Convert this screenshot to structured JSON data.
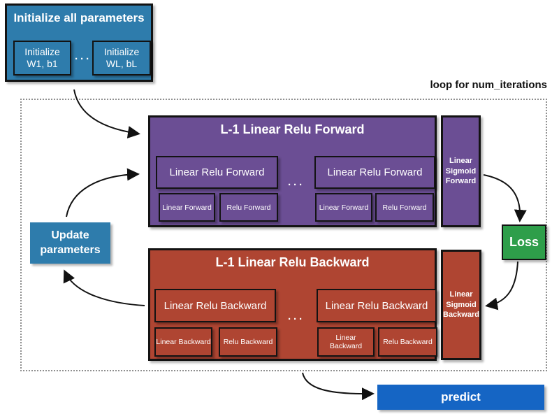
{
  "diagram": {
    "loop_label": "loop for num_iterations",
    "init": {
      "title": "Initialize all parameters",
      "box1": "Initialize\nW1, b1",
      "ellipsis": "···",
      "box2": "Initialize\nWL, bL"
    },
    "forward": {
      "title": "L-1 Linear Relu Forward",
      "group1": {
        "main": "Linear Relu Forward",
        "sub1": "Linear Forward",
        "sub2": "Relu Forward"
      },
      "ellipsis": "···",
      "group2": {
        "main": "Linear Relu Forward",
        "sub1": "Linear Forward",
        "sub2": "Relu Forward"
      },
      "sigmoid": "Linear\nSigmoid\nForward"
    },
    "loss": {
      "label": "Loss"
    },
    "backward": {
      "title": "L-1 Linear Relu Backward",
      "group1": {
        "main": "Linear Relu Backward",
        "sub1": "Linear Backward",
        "sub2": "Relu Backward"
      },
      "ellipsis": "···",
      "group2": {
        "main": "Linear Relu Backward",
        "sub1": "Linear Backward",
        "sub2": "Relu Backward"
      },
      "sigmoid": "Linear\nSigmoid\nBackward"
    },
    "update": {
      "label": "Update\nparameters"
    },
    "predict": {
      "label": "predict"
    },
    "colors": {
      "steel_blue": "#2E7CAC",
      "predict_blue": "#1565C4",
      "purple": "#6B4E94",
      "red": "#AF4532",
      "green": "#2E9E4A",
      "border": "#131313",
      "dashed": "#8f8f8f"
    }
  }
}
